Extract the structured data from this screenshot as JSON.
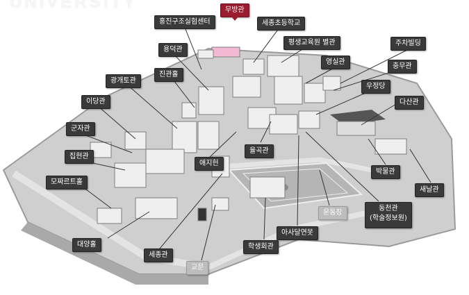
{
  "brand": "UNIVERSITY",
  "colors": {
    "label_bg": "#3a3a3a",
    "label_text": "#ffffff",
    "active_bg": "#9b1c2e",
    "light_label_bg": "#bdbdbd",
    "campus_base": "#c8c8c8"
  },
  "labels": {
    "mubang": "무방관",
    "hongjin": "홍진구조실험센터",
    "sejong_elem": "세종초등학교",
    "yongdeok": "용덕관",
    "pyeongsaeng": "평생교육원 별관",
    "juchabilding": "주차빌딩",
    "jingwan": "진관홀",
    "yeongsil": "영실관",
    "chungmu": "충무관",
    "gwanggaeto": "광개토관",
    "ujeongdang": "우정당",
    "idang": "이당관",
    "dasan": "다산관",
    "gunja": "군자관",
    "yulgok": "율곡관",
    "jiphyeon": "집현관",
    "aeji": "애지헌",
    "bakmul": "박물관",
    "mozart": "모짜르트홀",
    "saenal": "새날관",
    "undongjang": "운동장",
    "dongcheon": "동천관",
    "dongcheon_sub": "(학술정보원)",
    "asadal": "아사달연못",
    "daeyang": "대양홀",
    "haksaeng": "학생회관",
    "sejonggwan": "세종관",
    "gyomun": "교문"
  }
}
